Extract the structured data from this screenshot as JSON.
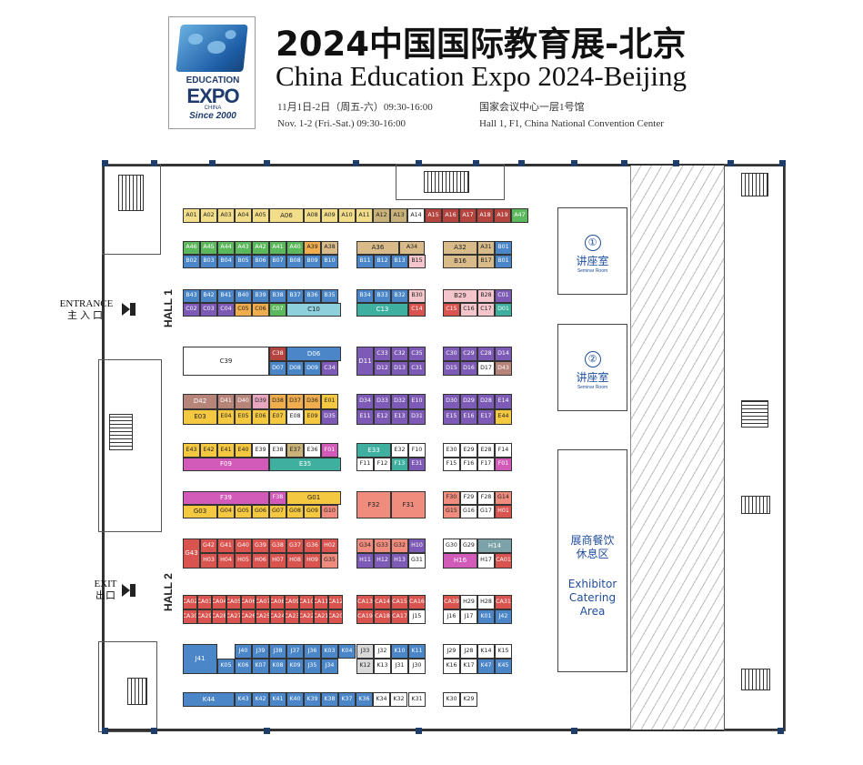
{
  "header": {
    "logo": {
      "line1": "EDUCATION",
      "line2": "EXPO",
      "line3": "CHINA",
      "line4": "Since 2000"
    },
    "title_cn": "2024中国国际教育展-北京",
    "title_en": "China Education Expo 2024-Beijing",
    "date_cn": "11月1日-2日（周五-六）09:30-16:00",
    "date_en": "Nov. 1-2 (Fri.-Sat.) 09:30-16:00",
    "venue_cn": "国家会议中心一层1号馆",
    "venue_en": "Hall 1, F1, China National Convention Center"
  },
  "labels": {
    "entrance_en": "ENTRANCE",
    "entrance_cn": "主入口",
    "exit_en": "EXIT",
    "exit_cn": "出口",
    "hall1": "HALL 1",
    "hall2": "HALL 2"
  },
  "seminar_rooms": [
    {
      "num": "①",
      "cn": "讲座室",
      "en": "Seminar Room"
    },
    {
      "num": "②",
      "cn": "讲座室",
      "en": "Seminar Room"
    }
  ],
  "catering": {
    "cn1": "展商餐饮",
    "cn2": "休息区",
    "en1": "Exhibitor",
    "en2": "Catering",
    "en3": "Area"
  },
  "colors": {
    "yellow": "#f2de8a",
    "khaki": "#c8b27a",
    "tan": "#d9bb8a",
    "red": "#d9534f",
    "dred": "#b5443f",
    "green": "#5cb85c",
    "blue": "#4a86c8",
    "purple": "#7d5ab5",
    "orange": "#f0ad4e",
    "ltblue": "#8fd0dd",
    "teal": "#3fb0a0",
    "pink": "#e8a7c0",
    "magenta": "#d25ab8",
    "salmon": "#ef8c7d",
    "brown": "#b7847a",
    "gold": "#f5c842",
    "grey": "#d9d9d9",
    "slate": "#7aa2a8",
    "white": "#ffffff",
    "ltpink": "#f4c6cc"
  },
  "booths": [
    {
      "id": "A01",
      "c": "yellow"
    },
    {
      "id": "A02",
      "c": "yellow"
    },
    {
      "id": "A03",
      "c": "yellow"
    },
    {
      "id": "A04",
      "c": "yellow"
    },
    {
      "id": "A05",
      "c": "yellow"
    },
    {
      "id": "A06",
      "c": "yellow"
    },
    {
      "id": "A08",
      "c": "yellow"
    },
    {
      "id": "A09",
      "c": "yellow"
    },
    {
      "id": "A10",
      "c": "yellow"
    },
    {
      "id": "A11",
      "c": "yellow"
    },
    {
      "id": "A12",
      "c": "khaki"
    },
    {
      "id": "A13",
      "c": "khaki"
    },
    {
      "id": "A14",
      "c": "white"
    },
    {
      "id": "A15",
      "c": "dred"
    },
    {
      "id": "A16",
      "c": "dred"
    },
    {
      "id": "A17",
      "c": "dred"
    },
    {
      "id": "A18",
      "c": "dred"
    },
    {
      "id": "A19",
      "c": "dred"
    },
    {
      "id": "A47",
      "c": "green"
    },
    {
      "id": "A46",
      "c": "green"
    },
    {
      "id": "A45",
      "c": "green"
    },
    {
      "id": "A44",
      "c": "green"
    },
    {
      "id": "A43",
      "c": "green"
    },
    {
      "id": "A42",
      "c": "green"
    },
    {
      "id": "A41",
      "c": "green"
    },
    {
      "id": "A40",
      "c": "green"
    },
    {
      "id": "A39",
      "c": "orange"
    },
    {
      "id": "A38",
      "c": "tan"
    },
    {
      "id": "A36",
      "c": "tan"
    },
    {
      "id": "A34",
      "c": "tan"
    },
    {
      "id": "A32",
      "c": "tan"
    },
    {
      "id": "A31",
      "c": "tan"
    },
    {
      "id": "B01",
      "c": "blue"
    },
    {
      "id": "B02",
      "c": "blue"
    },
    {
      "id": "B03",
      "c": "blue"
    },
    {
      "id": "B04",
      "c": "blue"
    },
    {
      "id": "B05",
      "c": "blue"
    },
    {
      "id": "B06",
      "c": "blue"
    },
    {
      "id": "B07",
      "c": "blue"
    },
    {
      "id": "B08",
      "c": "blue"
    },
    {
      "id": "B09",
      "c": "blue"
    },
    {
      "id": "B10",
      "c": "blue"
    },
    {
      "id": "B11",
      "c": "blue"
    },
    {
      "id": "B12",
      "c": "blue"
    },
    {
      "id": "B13",
      "c": "blue"
    },
    {
      "id": "B15",
      "c": "ltpink"
    },
    {
      "id": "B16",
      "c": "tan"
    },
    {
      "id": "B17",
      "c": "tan"
    },
    {
      "id": "B01",
      "c": "blue"
    },
    {
      "id": "B43",
      "c": "blue"
    },
    {
      "id": "B42",
      "c": "blue"
    },
    {
      "id": "B41",
      "c": "blue"
    },
    {
      "id": "B40",
      "c": "blue"
    },
    {
      "id": "B39",
      "c": "blue"
    },
    {
      "id": "B38",
      "c": "blue"
    },
    {
      "id": "B37",
      "c": "blue"
    },
    {
      "id": "B36",
      "c": "blue"
    },
    {
      "id": "B35",
      "c": "blue"
    },
    {
      "id": "B34",
      "c": "blue"
    },
    {
      "id": "B33",
      "c": "blue"
    },
    {
      "id": "B32",
      "c": "blue"
    },
    {
      "id": "B30",
      "c": "ltpink"
    },
    {
      "id": "B29",
      "c": "ltpink"
    },
    {
      "id": "B28",
      "c": "ltpink"
    },
    {
      "id": "C01",
      "c": "purple"
    },
    {
      "id": "C02",
      "c": "purple"
    },
    {
      "id": "C03",
      "c": "purple"
    },
    {
      "id": "C04",
      "c": "purple"
    },
    {
      "id": "C05",
      "c": "orange"
    },
    {
      "id": "C06",
      "c": "orange"
    },
    {
      "id": "C07",
      "c": "green"
    },
    {
      "id": "C10",
      "c": "ltblue"
    },
    {
      "id": "C13",
      "c": "teal"
    },
    {
      "id": "C14",
      "c": "red"
    },
    {
      "id": "C15",
      "c": "red"
    },
    {
      "id": "C16",
      "c": "ltpink"
    },
    {
      "id": "C17",
      "c": "ltpink"
    },
    {
      "id": "D01",
      "c": "teal"
    },
    {
      "id": "C39",
      "c": "white"
    },
    {
      "id": "C38",
      "c": "dred"
    },
    {
      "id": "D06",
      "c": "blue"
    },
    {
      "id": "D07",
      "c": "blue"
    },
    {
      "id": "D08",
      "c": "blue"
    },
    {
      "id": "D09",
      "c": "blue"
    },
    {
      "id": "C34",
      "c": "purple"
    },
    {
      "id": "C33",
      "c": "purple"
    },
    {
      "id": "C32",
      "c": "purple"
    },
    {
      "id": "C35",
      "c": "purple"
    },
    {
      "id": "D11",
      "c": "purple"
    },
    {
      "id": "D12",
      "c": "purple"
    },
    {
      "id": "D13",
      "c": "purple"
    },
    {
      "id": "C31",
      "c": "purple"
    },
    {
      "id": "C30",
      "c": "purple"
    },
    {
      "id": "C29",
      "c": "purple"
    },
    {
      "id": "C28",
      "c": "purple"
    },
    {
      "id": "D14",
      "c": "purple"
    },
    {
      "id": "D15",
      "c": "purple"
    },
    {
      "id": "D16",
      "c": "purple"
    },
    {
      "id": "D17",
      "c": "white"
    },
    {
      "id": "D43",
      "c": "brown"
    },
    {
      "id": "D42",
      "c": "brown"
    },
    {
      "id": "D41",
      "c": "brown"
    },
    {
      "id": "D40",
      "c": "brown"
    },
    {
      "id": "D39",
      "c": "pink"
    },
    {
      "id": "D38",
      "c": "orange"
    },
    {
      "id": "D37",
      "c": "orange"
    },
    {
      "id": "D36",
      "c": "orange"
    },
    {
      "id": "E01",
      "c": "gold"
    },
    {
      "id": "E03",
      "c": "gold"
    },
    {
      "id": "E04",
      "c": "gold"
    },
    {
      "id": "E05",
      "c": "gold"
    },
    {
      "id": "E06",
      "c": "gold"
    },
    {
      "id": "E07",
      "c": "gold"
    },
    {
      "id": "E08",
      "c": "white"
    },
    {
      "id": "E09",
      "c": "gold"
    },
    {
      "id": "D35",
      "c": "purple"
    },
    {
      "id": "D34",
      "c": "purple"
    },
    {
      "id": "D33",
      "c": "purple"
    },
    {
      "id": "D32",
      "c": "purple"
    },
    {
      "id": "E10",
      "c": "purple"
    },
    {
      "id": "E11",
      "c": "purple"
    },
    {
      "id": "E12",
      "c": "purple"
    },
    {
      "id": "E13",
      "c": "purple"
    },
    {
      "id": "D31",
      "c": "purple"
    },
    {
      "id": "D30",
      "c": "purple"
    },
    {
      "id": "D29",
      "c": "purple"
    },
    {
      "id": "D28",
      "c": "purple"
    },
    {
      "id": "E14",
      "c": "purple"
    },
    {
      "id": "E15",
      "c": "purple"
    },
    {
      "id": "E16",
      "c": "purple"
    },
    {
      "id": "E17",
      "c": "purple"
    },
    {
      "id": "E44",
      "c": "gold"
    },
    {
      "id": "E43",
      "c": "gold"
    },
    {
      "id": "E42",
      "c": "gold"
    },
    {
      "id": "E41",
      "c": "gold"
    },
    {
      "id": "E40",
      "c": "gold"
    },
    {
      "id": "E39",
      "c": "white"
    },
    {
      "id": "E38",
      "c": "white"
    },
    {
      "id": "E37",
      "c": "khaki"
    },
    {
      "id": "E36",
      "c": "white"
    },
    {
      "id": "F01",
      "c": "magenta"
    },
    {
      "id": "F09",
      "c": "magenta"
    },
    {
      "id": "E35",
      "c": "teal"
    },
    {
      "id": "E33",
      "c": "teal"
    },
    {
      "id": "E32",
      "c": "white"
    },
    {
      "id": "F10",
      "c": "white"
    },
    {
      "id": "F11",
      "c": "white"
    },
    {
      "id": "F12",
      "c": "white"
    },
    {
      "id": "F13",
      "c": "teal"
    },
    {
      "id": "E31",
      "c": "purple"
    },
    {
      "id": "E30",
      "c": "white"
    },
    {
      "id": "E29",
      "c": "white"
    },
    {
      "id": "E28",
      "c": "white"
    },
    {
      "id": "F14",
      "c": "white"
    },
    {
      "id": "F15",
      "c": "white"
    },
    {
      "id": "F16",
      "c": "white"
    },
    {
      "id": "F17",
      "c": "white"
    },
    {
      "id": "F01",
      "c": "magenta"
    },
    {
      "id": "F39",
      "c": "magenta"
    },
    {
      "id": "F38",
      "c": "magenta"
    },
    {
      "id": "G01",
      "c": "gold"
    },
    {
      "id": "G03",
      "c": "gold"
    },
    {
      "id": "G04",
      "c": "gold"
    },
    {
      "id": "G05",
      "c": "gold"
    },
    {
      "id": "G06",
      "c": "gold"
    },
    {
      "id": "G07",
      "c": "gold"
    },
    {
      "id": "G08",
      "c": "gold"
    },
    {
      "id": "G09",
      "c": "gold"
    },
    {
      "id": "G10",
      "c": "salmon"
    },
    {
      "id": "F32",
      "c": "salmon"
    },
    {
      "id": "F31",
      "c": "salmon"
    },
    {
      "id": "F30",
      "c": "salmon"
    },
    {
      "id": "F29",
      "c": "white"
    },
    {
      "id": "F28",
      "c": "white"
    },
    {
      "id": "G14",
      "c": "salmon"
    },
    {
      "id": "G15",
      "c": "salmon"
    },
    {
      "id": "G16",
      "c": "white"
    },
    {
      "id": "G17",
      "c": "white"
    },
    {
      "id": "H01",
      "c": "red"
    },
    {
      "id": "G43",
      "c": "red"
    },
    {
      "id": "G42",
      "c": "red"
    },
    {
      "id": "G41",
      "c": "red"
    },
    {
      "id": "G40",
      "c": "red"
    },
    {
      "id": "G39",
      "c": "red"
    },
    {
      "id": "G38",
      "c": "red"
    },
    {
      "id": "G37",
      "c": "red"
    },
    {
      "id": "G36",
      "c": "red"
    },
    {
      "id": "H02",
      "c": "red"
    },
    {
      "id": "H03",
      "c": "red"
    },
    {
      "id": "H04",
      "c": "red"
    },
    {
      "id": "H05",
      "c": "red"
    },
    {
      "id": "H06",
      "c": "red"
    },
    {
      "id": "H07",
      "c": "red"
    },
    {
      "id": "H08",
      "c": "red"
    },
    {
      "id": "H09",
      "c": "red"
    },
    {
      "id": "G35",
      "c": "salmon"
    },
    {
      "id": "G34",
      "c": "salmon"
    },
    {
      "id": "G33",
      "c": "salmon"
    },
    {
      "id": "G32",
      "c": "salmon"
    },
    {
      "id": "H10",
      "c": "purple"
    },
    {
      "id": "H11",
      "c": "purple"
    },
    {
      "id": "H12",
      "c": "purple"
    },
    {
      "id": "H13",
      "c": "purple"
    },
    {
      "id": "G31",
      "c": "white"
    },
    {
      "id": "G30",
      "c": "white"
    },
    {
      "id": "G29",
      "c": "white"
    },
    {
      "id": "H14",
      "c": "slate"
    },
    {
      "id": "H16",
      "c": "magenta"
    },
    {
      "id": "H17",
      "c": "white"
    },
    {
      "id": "CA01",
      "c": "red"
    },
    {
      "id": "CA02",
      "c": "red"
    },
    {
      "id": "CA03",
      "c": "red"
    },
    {
      "id": "CA04",
      "c": "red"
    },
    {
      "id": "CA05",
      "c": "red"
    },
    {
      "id": "CA06",
      "c": "red"
    },
    {
      "id": "CA07",
      "c": "red"
    },
    {
      "id": "CA08",
      "c": "red"
    },
    {
      "id": "CA09",
      "c": "red"
    },
    {
      "id": "CA10",
      "c": "red"
    },
    {
      "id": "CA11",
      "c": "red"
    },
    {
      "id": "CA12",
      "c": "red"
    },
    {
      "id": "CA13",
      "c": "red"
    },
    {
      "id": "CA14",
      "c": "red"
    },
    {
      "id": "CA15",
      "c": "red"
    },
    {
      "id": "CA16",
      "c": "red"
    },
    {
      "id": "CA39",
      "c": "red"
    },
    {
      "id": "H29",
      "c": "white"
    },
    {
      "id": "H28",
      "c": "white"
    },
    {
      "id": "CA31",
      "c": "red"
    },
    {
      "id": "CA30",
      "c": "red"
    },
    {
      "id": "CA29",
      "c": "red"
    },
    {
      "id": "CA28",
      "c": "red"
    },
    {
      "id": "CA27",
      "c": "red"
    },
    {
      "id": "CA26",
      "c": "red"
    },
    {
      "id": "CA25",
      "c": "red"
    },
    {
      "id": "CA24",
      "c": "red"
    },
    {
      "id": "CA23",
      "c": "red"
    },
    {
      "id": "CA22",
      "c": "red"
    },
    {
      "id": "CA21",
      "c": "red"
    },
    {
      "id": "CA20",
      "c": "red"
    },
    {
      "id": "CA19",
      "c": "red"
    },
    {
      "id": "CA18",
      "c": "red"
    },
    {
      "id": "CA17",
      "c": "red"
    },
    {
      "id": "J15",
      "c": "white"
    },
    {
      "id": "J16",
      "c": "white"
    },
    {
      "id": "J17",
      "c": "white"
    },
    {
      "id": "K01",
      "c": "blue"
    },
    {
      "id": "J42",
      "c": "blue"
    },
    {
      "id": "J41",
      "c": "blue"
    },
    {
      "id": "J40",
      "c": "blue"
    },
    {
      "id": "J39",
      "c": "blue"
    },
    {
      "id": "J38",
      "c": "blue"
    },
    {
      "id": "J37",
      "c": "blue"
    },
    {
      "id": "J36",
      "c": "blue"
    },
    {
      "id": "K03",
      "c": "blue"
    },
    {
      "id": "K04",
      "c": "blue"
    },
    {
      "id": "K05",
      "c": "blue"
    },
    {
      "id": "K06",
      "c": "blue"
    },
    {
      "id": "K07",
      "c": "blue"
    },
    {
      "id": "K08",
      "c": "blue"
    },
    {
      "id": "K09",
      "c": "blue"
    },
    {
      "id": "J35",
      "c": "blue"
    },
    {
      "id": "J34",
      "c": "blue"
    },
    {
      "id": "J33",
      "c": "grey"
    },
    {
      "id": "J32",
      "c": "white"
    },
    {
      "id": "K10",
      "c": "blue"
    },
    {
      "id": "K11",
      "c": "blue"
    },
    {
      "id": "K12",
      "c": "grey"
    },
    {
      "id": "K13",
      "c": "white"
    },
    {
      "id": "J31",
      "c": "white"
    },
    {
      "id": "J30",
      "c": "white"
    },
    {
      "id": "J29",
      "c": "white"
    },
    {
      "id": "J28",
      "c": "white"
    },
    {
      "id": "K14",
      "c": "white"
    },
    {
      "id": "K15",
      "c": "white"
    },
    {
      "id": "K16",
      "c": "white"
    },
    {
      "id": "K17",
      "c": "white"
    },
    {
      "id": "K47",
      "c": "blue"
    },
    {
      "id": "K45",
      "c": "blue"
    },
    {
      "id": "K44",
      "c": "blue"
    },
    {
      "id": "K43",
      "c": "blue"
    },
    {
      "id": "K42",
      "c": "blue"
    },
    {
      "id": "K41",
      "c": "blue"
    },
    {
      "id": "K40",
      "c": "blue"
    },
    {
      "id": "K39",
      "c": "blue"
    },
    {
      "id": "K38",
      "c": "blue"
    },
    {
      "id": "K37",
      "c": "blue"
    },
    {
      "id": "K36",
      "c": "blue"
    },
    {
      "id": "K34",
      "c": "white"
    },
    {
      "id": "K32",
      "c": "white"
    },
    {
      "id": "K31",
      "c": "white"
    },
    {
      "id": "K30",
      "c": "white"
    },
    {
      "id": "K29",
      "c": "white"
    }
  ]
}
